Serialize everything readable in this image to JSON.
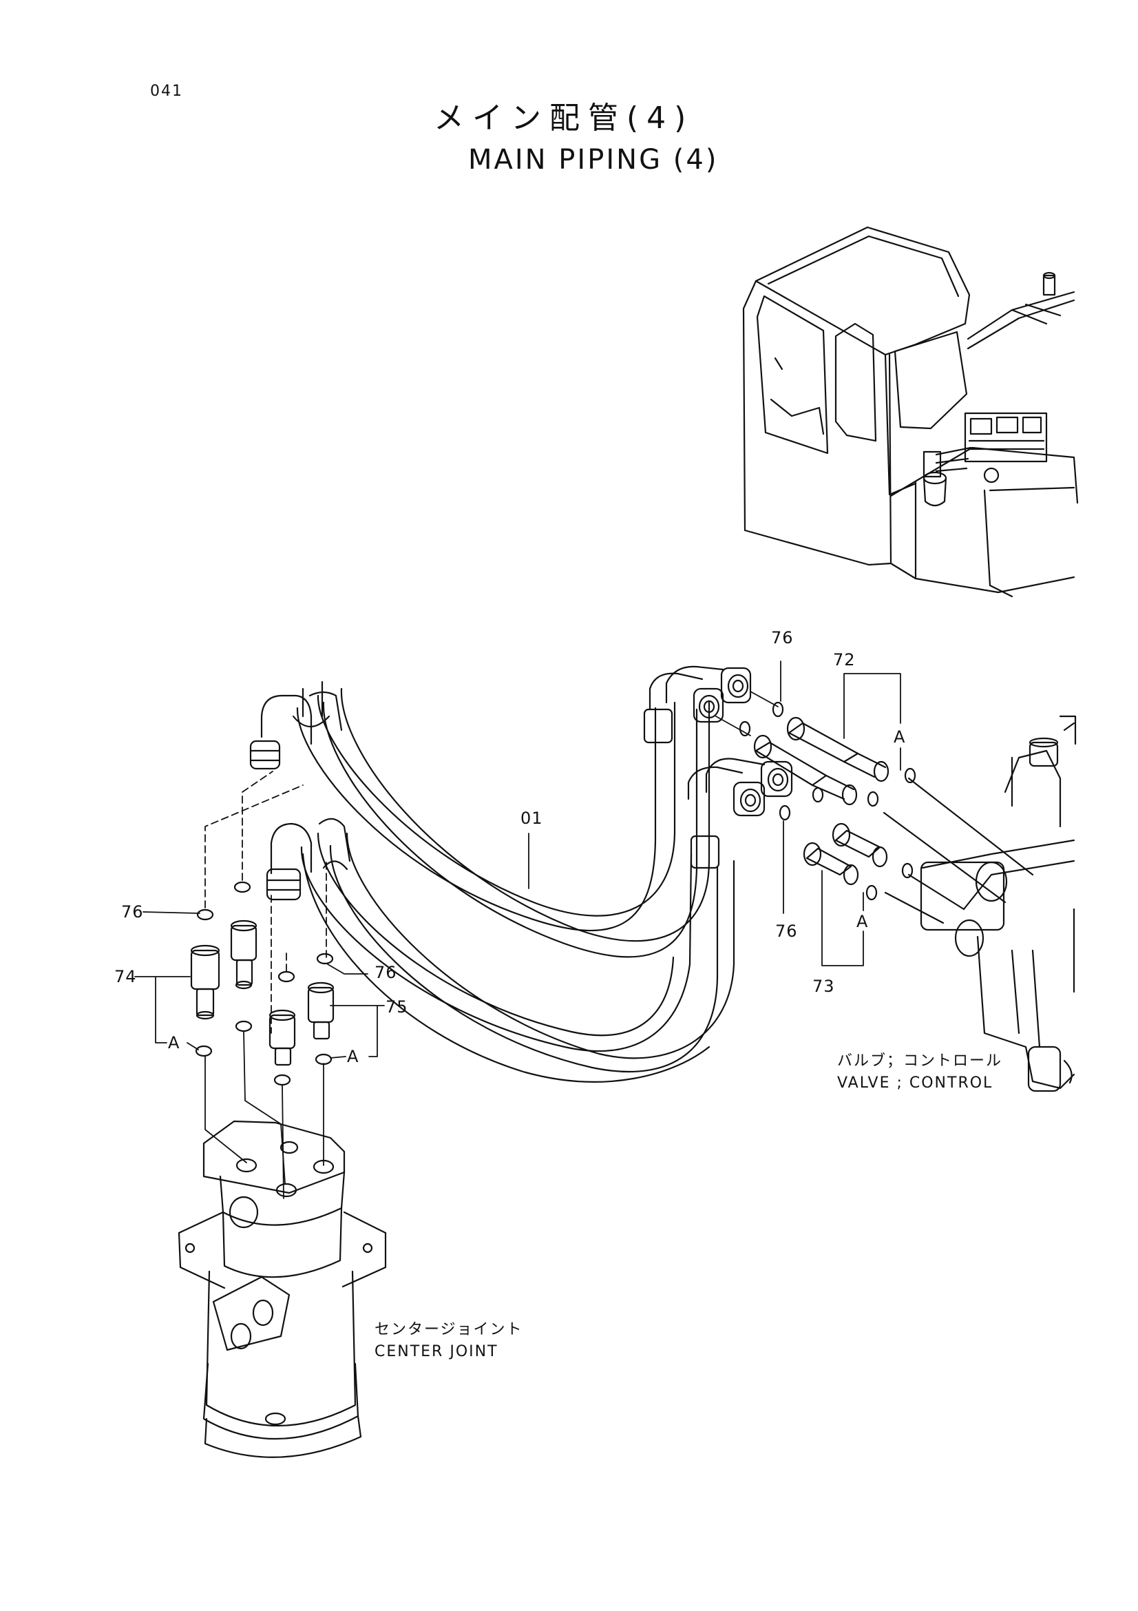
{
  "page": {
    "number": "041",
    "title_jp": "メイン配管(4)",
    "title_en": "MAIN PIPING (4)"
  },
  "callouts": {
    "hose": "01",
    "c72": "72",
    "c73": "73",
    "c74": "74",
    "c75": "75",
    "c76_top": "76",
    "c76_valve": "76",
    "c76_left": "76",
    "c76_mid": "76",
    "a_top": "A",
    "a_bottom": "A",
    "a_left": "A",
    "a_right": "A"
  },
  "components": {
    "control_valve_jp": "バルブ；コントロール",
    "control_valve_en": "VALVE ; CONTROL",
    "center_joint_jp": "センタージョイント",
    "center_joint_en": "CENTER JOINT"
  }
}
